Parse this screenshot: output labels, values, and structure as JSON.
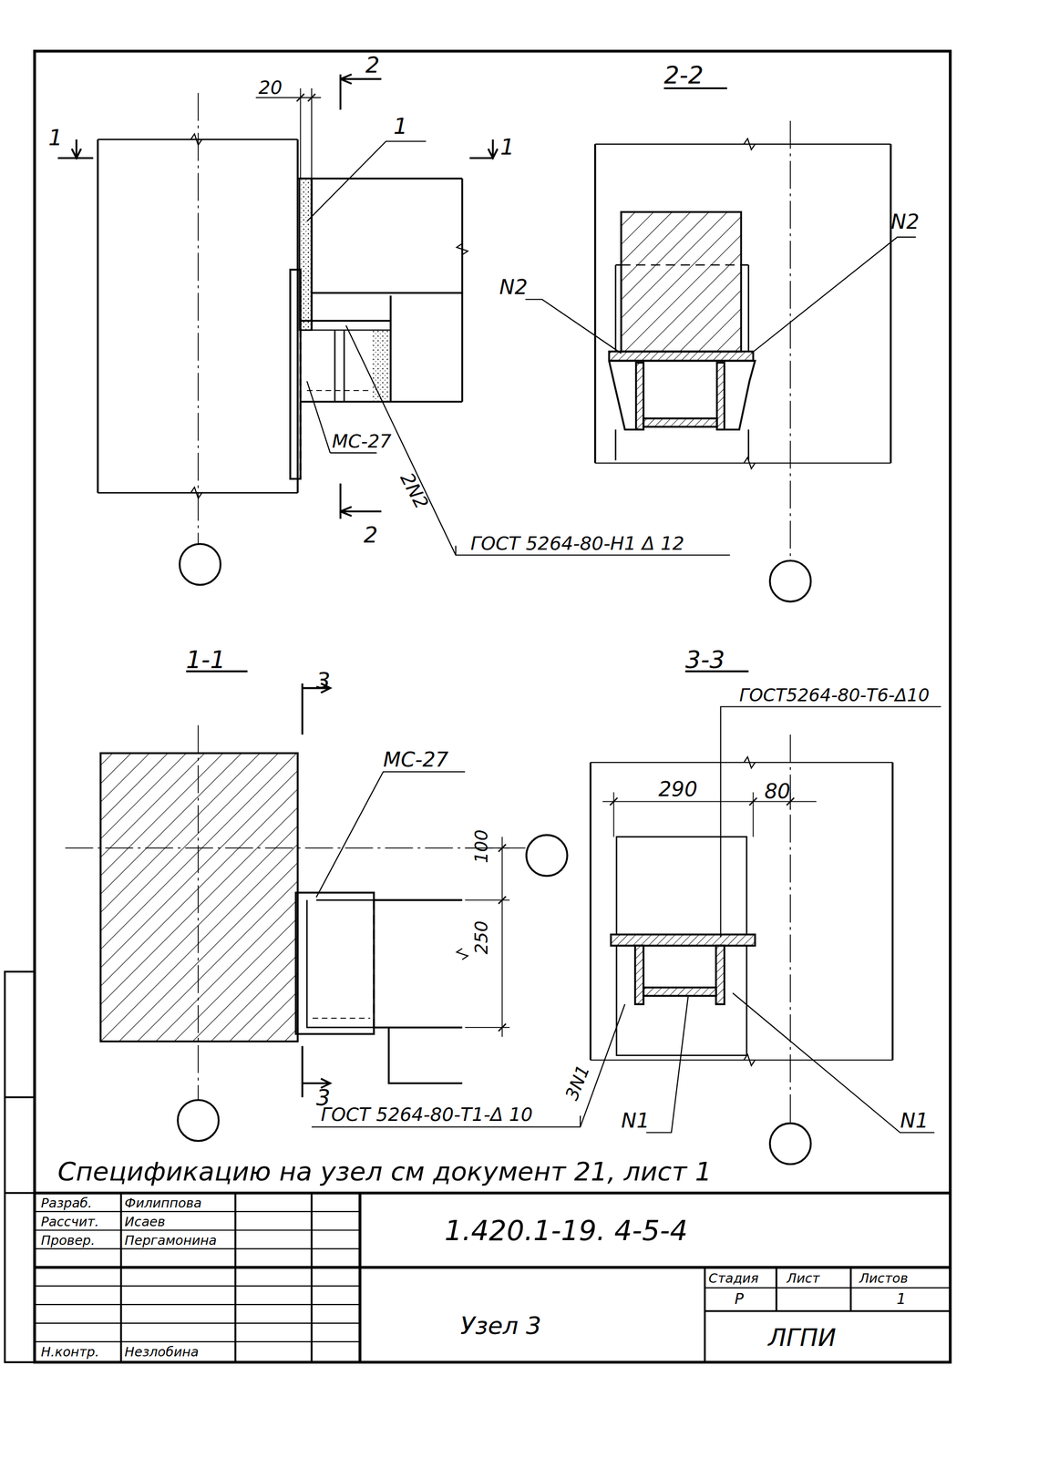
{
  "diagram": {
    "labels": [
      "20",
      "2",
      "1",
      "1",
      "1",
      "2-2",
      "N2",
      "N2",
      "МС-27",
      "2N2",
      "2",
      "ГОСТ 5264-80-Н1 Δ 12",
      "1-1",
      "3",
      "МС-27",
      "100",
      "250",
      "3",
      "3-3",
      "ГОСТ5264-80-Т6-Δ10",
      "290",
      "80",
      "3N1",
      "ГОСТ 5264-80-Т1-Δ 10",
      "N1",
      "N1",
      "Спецификацию на узел см документ 21, лист 1",
      "Разраб.",
      "Филиппова",
      "Рассчит.",
      "Исаев",
      "Провер.",
      "Пергамонина",
      "Н.контр.",
      "Незлобина",
      "1.420.1-19. 4-5-4",
      "Стадия",
      "Лист",
      "Листов",
      "Р",
      "1",
      "Узел 3",
      "ЛГПИ"
    ]
  }
}
